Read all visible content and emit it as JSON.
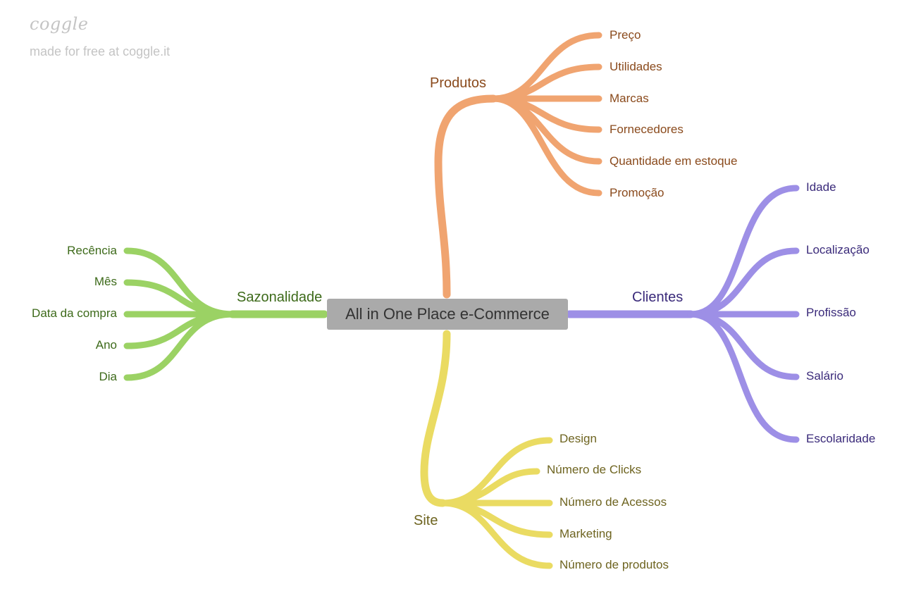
{
  "watermark": {
    "logo": "coggle",
    "tagline": "made for free at coggle.it"
  },
  "central": {
    "label": "All in One Place e-Commerce"
  },
  "branches": {
    "produtos": {
      "label": "Produtos",
      "color": "#f0a470",
      "text_color": "#8a4a1c",
      "children": [
        "Preço",
        "Utilidades",
        "Marcas",
        "Fornecedores",
        "Quantidade em estoque",
        "Promoção"
      ]
    },
    "clientes": {
      "label": "Clientes",
      "color": "#9d8fe6",
      "text_color": "#3a2a7a",
      "children": [
        "Idade",
        "Localização",
        "Profissão",
        "Salário",
        "Escolaridade"
      ]
    },
    "site": {
      "label": "Site",
      "color": "#eadb62",
      "text_color": "#6e6420",
      "children": [
        "Design",
        "Número de Clicks",
        "Número de Acessos",
        "Marketing",
        "Número de produtos"
      ]
    },
    "sazonalidade": {
      "label": "Sazonalidade",
      "color": "#9bd264",
      "text_color": "#3d6a1a",
      "children": [
        "Recência",
        "Mês",
        "Data da compra",
        "Ano",
        "Dia"
      ]
    }
  }
}
